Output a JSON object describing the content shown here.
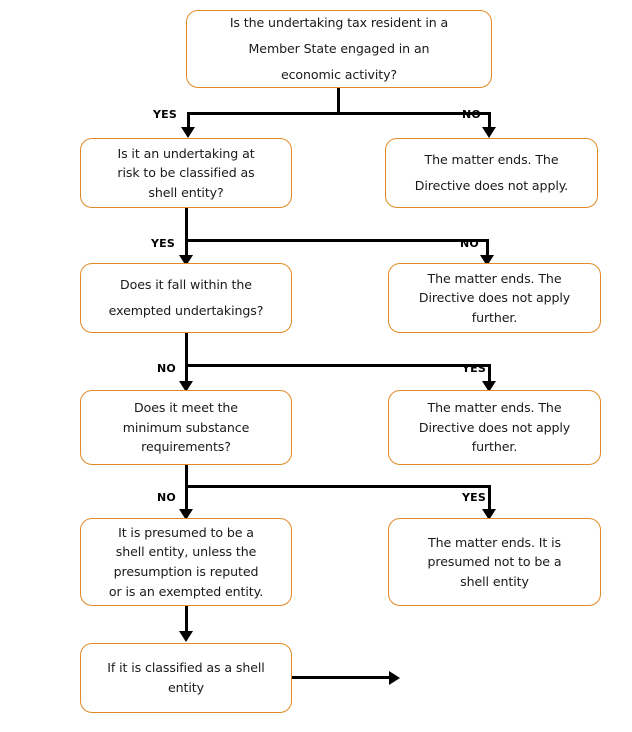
{
  "diagram": {
    "title": "Shell entity Directive decision flowchart",
    "accent_color": "#E08A25",
    "line_color": "#000000",
    "background": "#ffffff"
  },
  "nodes": {
    "q1": "Is the undertaking tax resident in a\nMember State engaged in an\neconomic activity?",
    "q2": "Is it an undertaking at\nrisk to be classified as\nshell entity?",
    "end1": "The matter ends. The\nDirective does not apply.",
    "q3": "Does it fall within the\nexempted undertakings?",
    "end2": "The matter ends. The\nDirective does not apply\nfurther.",
    "q4": "Does it meet the\nminimum substance\nrequirements?",
    "end3": "The matter ends. The\nDirective does not apply\nfurther.",
    "presumed_shell": "It is presumed to be a\nshell entity, unless the\npresumption is reputed\nor is an exempted entity.",
    "end4": "The matter ends. It is\npresumed not to be a\nshell entity",
    "classified": "If it is classified as a shell\nentity"
  },
  "edge_labels": {
    "b1_left": "YES",
    "b1_right": "NO",
    "b2_left": "YES",
    "b2_right": "NO",
    "b3_left": "NO",
    "b3_right": "YES",
    "b4_left": "NO",
    "b4_right": "YES"
  }
}
